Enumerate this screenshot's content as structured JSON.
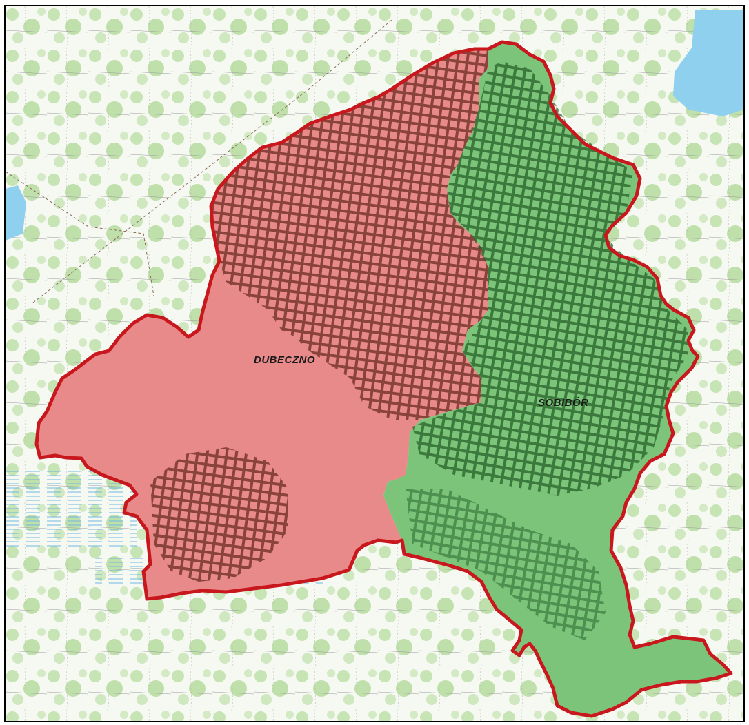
{
  "map": {
    "regions": [
      {
        "id": "dubeczno",
        "label": "DUBECZNO",
        "fill_color": "#e88a8a",
        "hatch_color": "#6b2a1f"
      },
      {
        "id": "sobibor",
        "label": "SOBIBÓR",
        "fill_color": "#7cc47a",
        "hatch_color": "#1f5a22"
      }
    ],
    "boundary_color": "#c8181e",
    "water_color": "#8fd0ee",
    "forest_color": "#b9dfa4",
    "label_color": "#1a1a1a"
  }
}
